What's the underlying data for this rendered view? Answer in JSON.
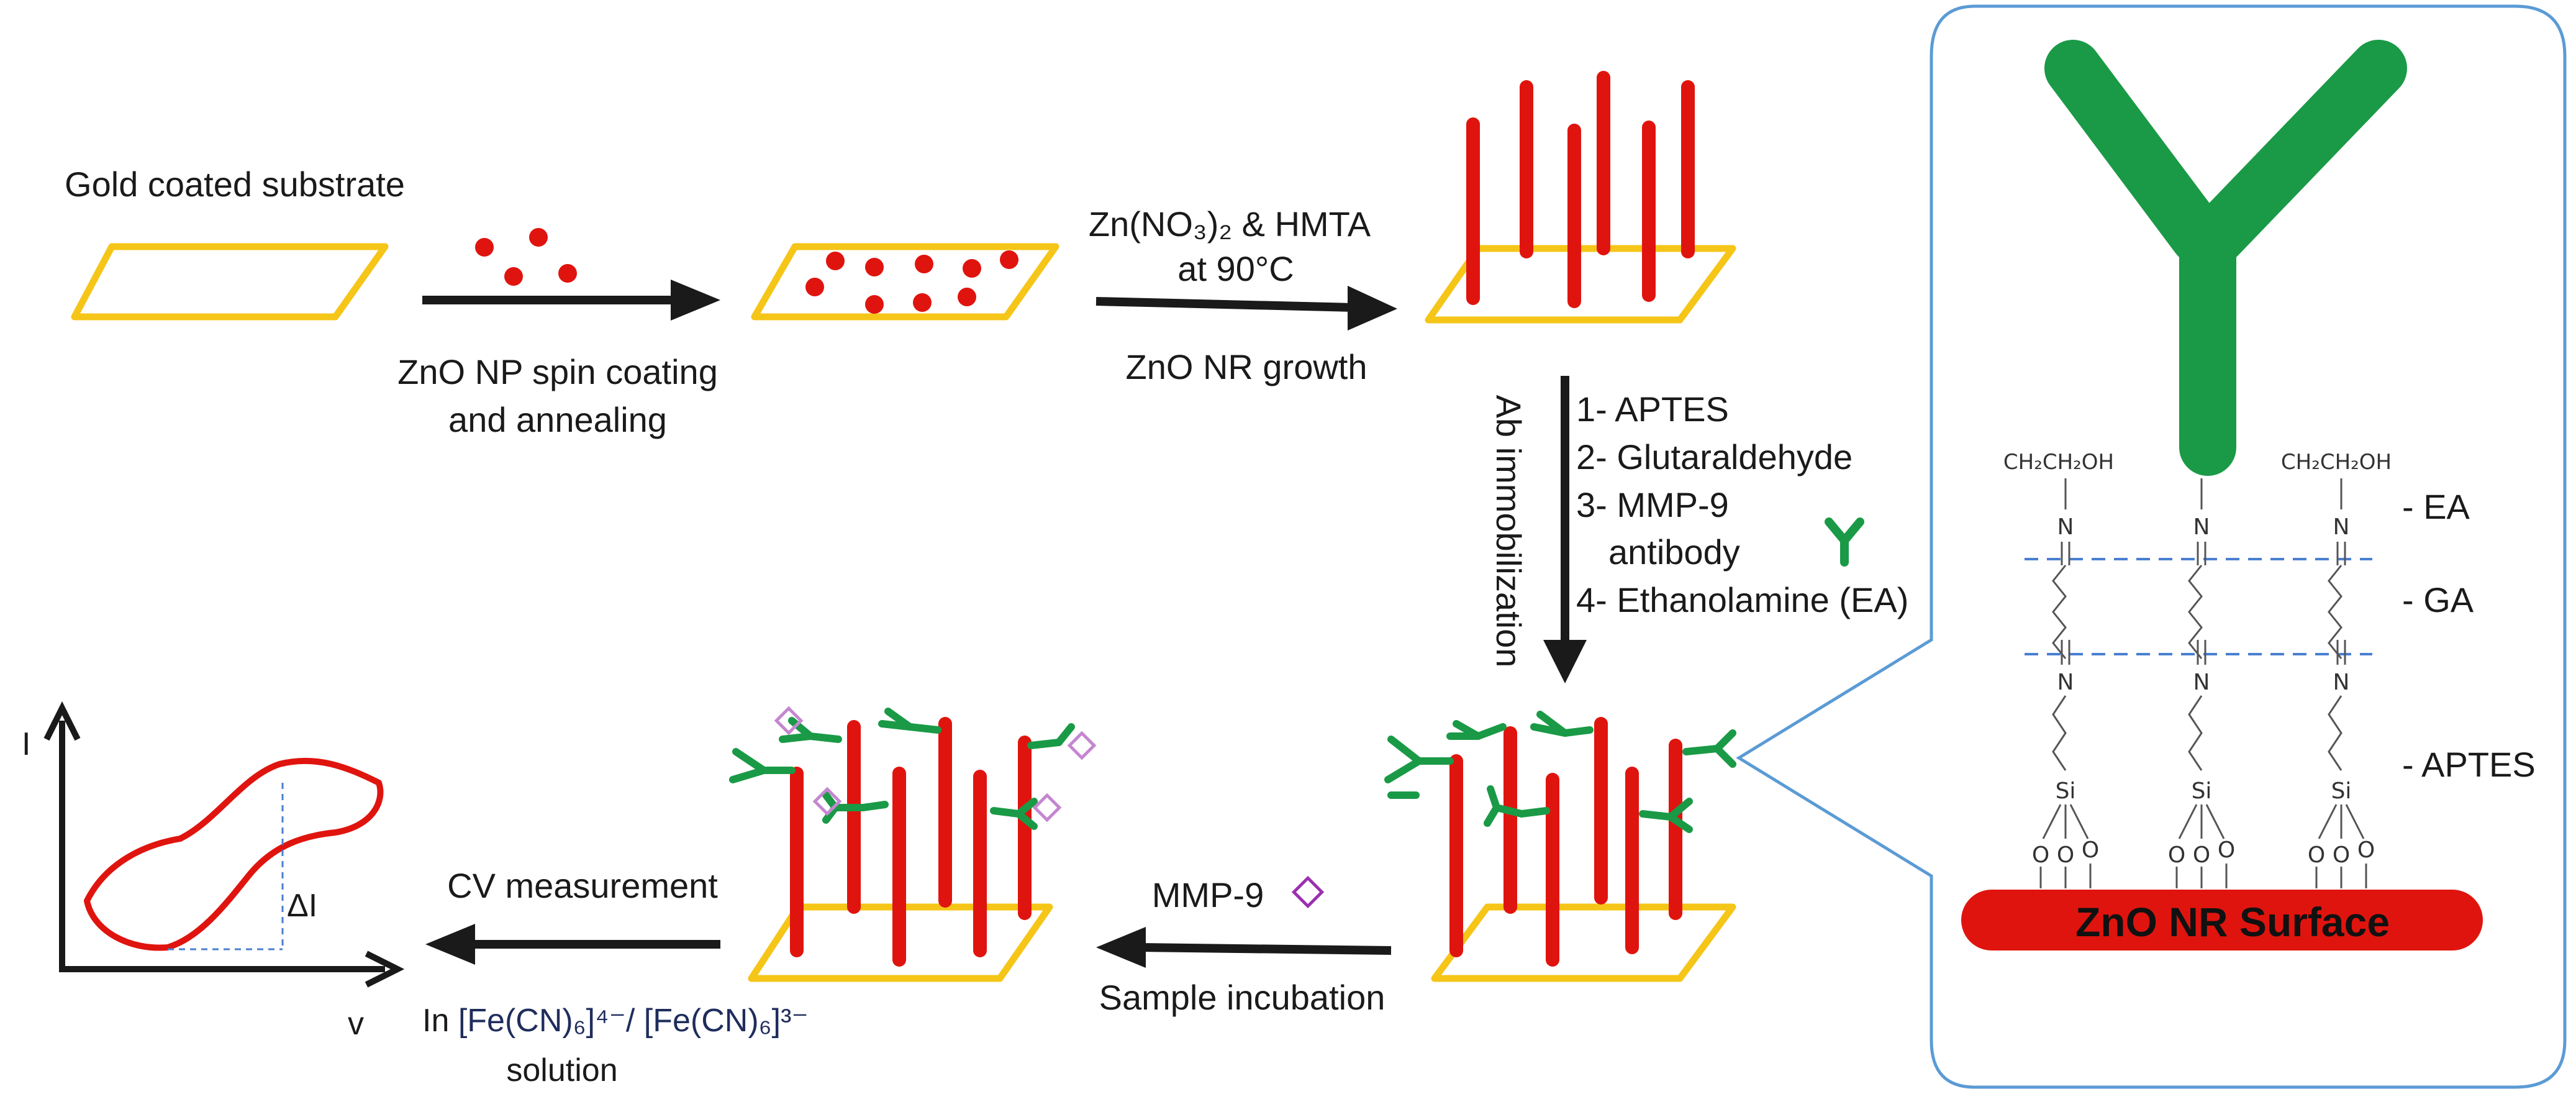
{
  "colors": {
    "gold": "#F5C518",
    "nanorod": "#E0140E",
    "antibody": "#1A9A46",
    "analyte": "#9B30B0",
    "arrow": "#1a1a1a",
    "callout_border": "#5B9BD5",
    "dashed_line": "#4A7FD0",
    "navy_text": "#1F2D5C"
  },
  "steps": {
    "substrate_label": "Gold coated substrate",
    "step1_line1": "ZnO NP spin coating",
    "step1_line2": "and annealing",
    "step2_top1": "Zn(NO₃)₂ & HMTA",
    "step2_top2": "at 90°C",
    "step2_bottom": "ZnO NR growth",
    "ab_immobilization": "Ab immobilization",
    "list_1": "1- APTES",
    "list_2": "2- Glutaraldehyde",
    "list_3a": "3- MMP-9",
    "list_3b": "antibody",
    "list_4": "4- Ethanolamine (EA)",
    "mmp9": "MMP-9",
    "sample_incubation": "Sample incubation",
    "cv_measurement": "CV measurement",
    "solution_line1_a": "In ",
    "solution_line1_b": "[Fe(CN)₆]⁴⁻/ [Fe(CN)₆]³⁻",
    "solution_line2": "solution"
  },
  "cv_plot": {
    "y_label": "I",
    "x_label": "v",
    "delta_label": "ΔI"
  },
  "callout": {
    "layer_ea": "- EA",
    "layer_ga": "- GA",
    "layer_aptes": "- APTES",
    "surface_label": "ZnO NR Surface",
    "ch2ch2oh_left": "CH₂CH₂OH",
    "ch2ch2oh_right": "CH₂CH₂OH",
    "atom_n": "N",
    "atom_si": "Si",
    "atom_o": "O"
  }
}
